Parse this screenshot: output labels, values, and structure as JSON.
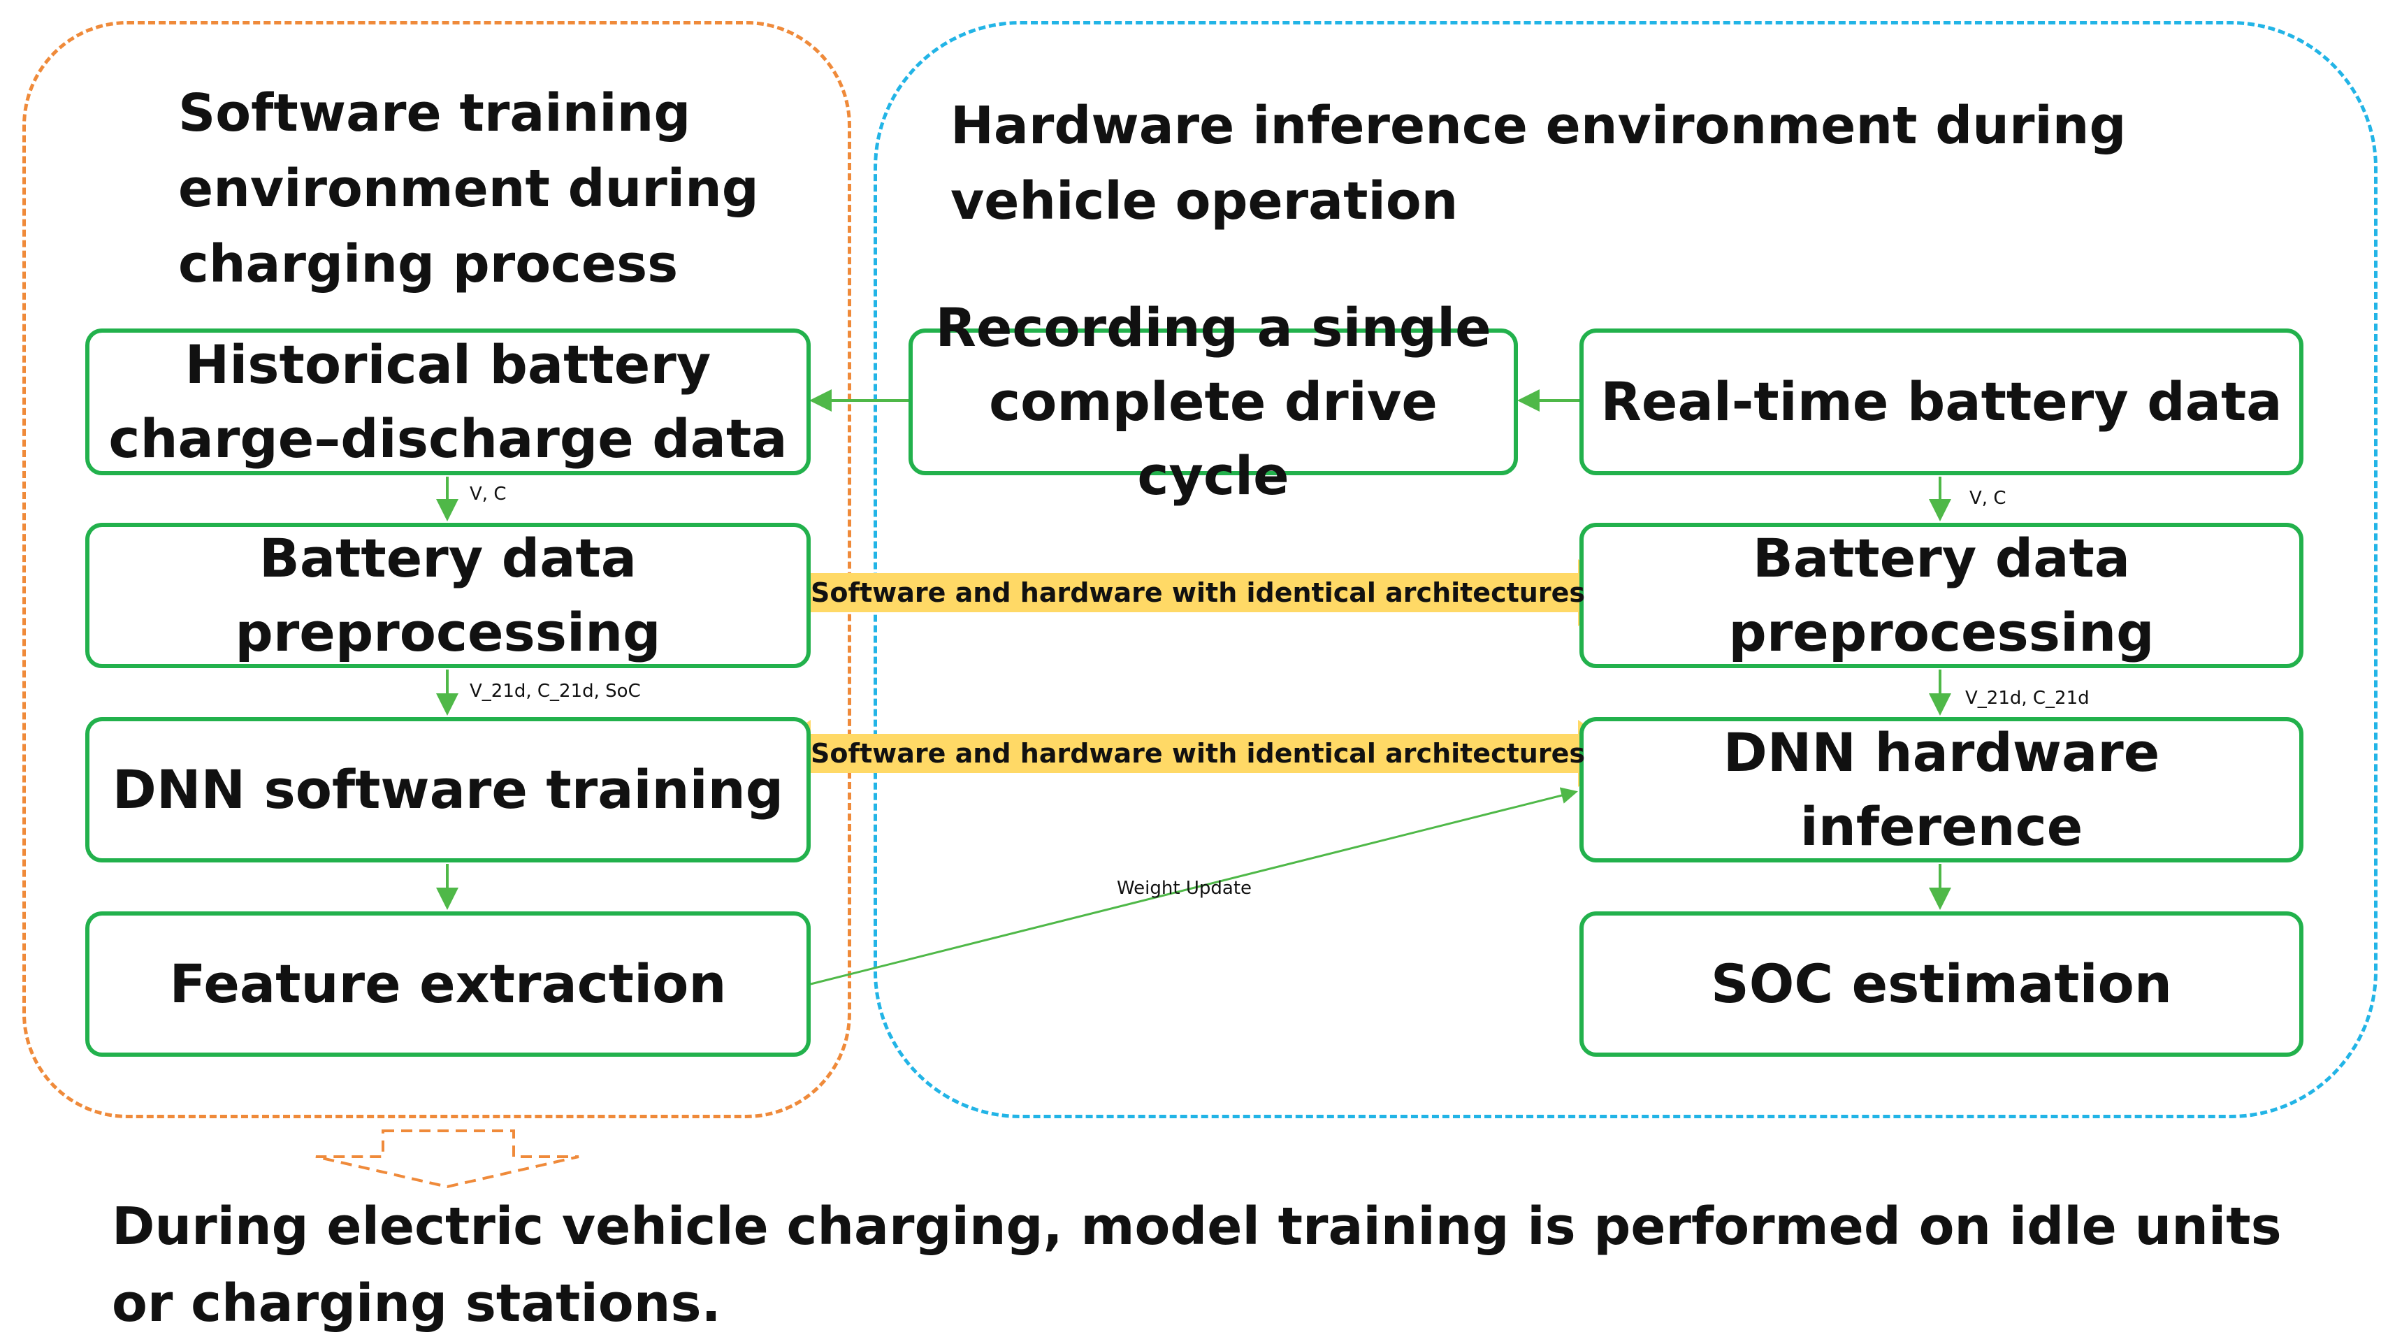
{
  "regions": {
    "left_title": "Software training environment during charging process",
    "right_title": "Hardware inference environment during vehicle operation"
  },
  "boxes": {
    "historical": "Historical battery charge–discharge data",
    "preprocess_left": "Battery data preprocessing",
    "dnn_training": "DNN software training",
    "feature_extraction": "Feature extraction",
    "recording": "Recording a single complete drive cycle",
    "realtime": "Real-time battery data",
    "preprocess_right": "Battery data preprocessing",
    "dnn_inference": "DNN hardware inference",
    "soc": "SOC estimation"
  },
  "edge_labels": {
    "left_vc": "V, C",
    "left_features": "V_21d, C_21d, SoC",
    "right_vc": "V, C",
    "right_features": "V_21d, C_21d",
    "weight_update": "Weight Update"
  },
  "banners": {
    "top": "Software and hardware with identical architectures",
    "bottom": "Software and hardware with identical architectures"
  },
  "footer": "During electric vehicle charging, model training is performed on idle units or charging stations.",
  "colors": {
    "left_region": "#ef8a3a",
    "right_region": "#22b4e6",
    "box_border": "#22b14c",
    "arrow": "#4fb848",
    "banner": "#ffd966"
  }
}
